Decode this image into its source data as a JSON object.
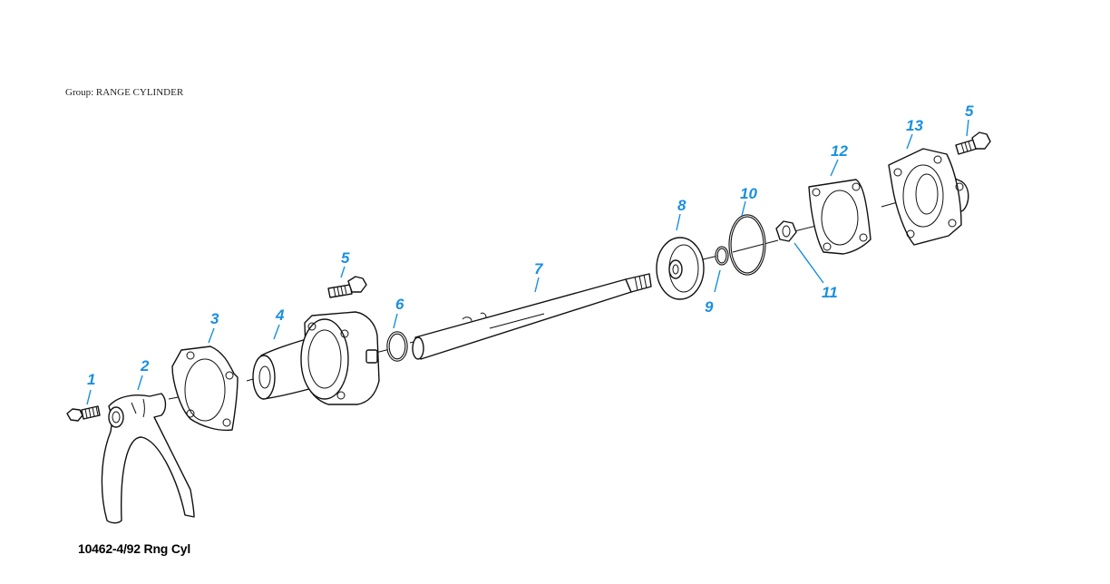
{
  "header": {
    "group_label": "Group: RANGE CYLINDER"
  },
  "footer": {
    "figure_id": "10462-4/92 Rng Cyl"
  },
  "colors": {
    "callout": "#1a8fe0",
    "line": "#111111"
  },
  "callouts": [
    {
      "id": "c1",
      "label": "1"
    },
    {
      "id": "c2",
      "label": "2"
    },
    {
      "id": "c3",
      "label": "3"
    },
    {
      "id": "c4",
      "label": "4"
    },
    {
      "id": "c5a",
      "label": "5"
    },
    {
      "id": "c6",
      "label": "6"
    },
    {
      "id": "c7",
      "label": "7"
    },
    {
      "id": "c8",
      "label": "8"
    },
    {
      "id": "c9",
      "label": "9"
    },
    {
      "id": "c10",
      "label": "10"
    },
    {
      "id": "c11",
      "label": "11"
    },
    {
      "id": "c12",
      "label": "12"
    },
    {
      "id": "c13",
      "label": "13"
    },
    {
      "id": "c5b",
      "label": "5"
    }
  ]
}
